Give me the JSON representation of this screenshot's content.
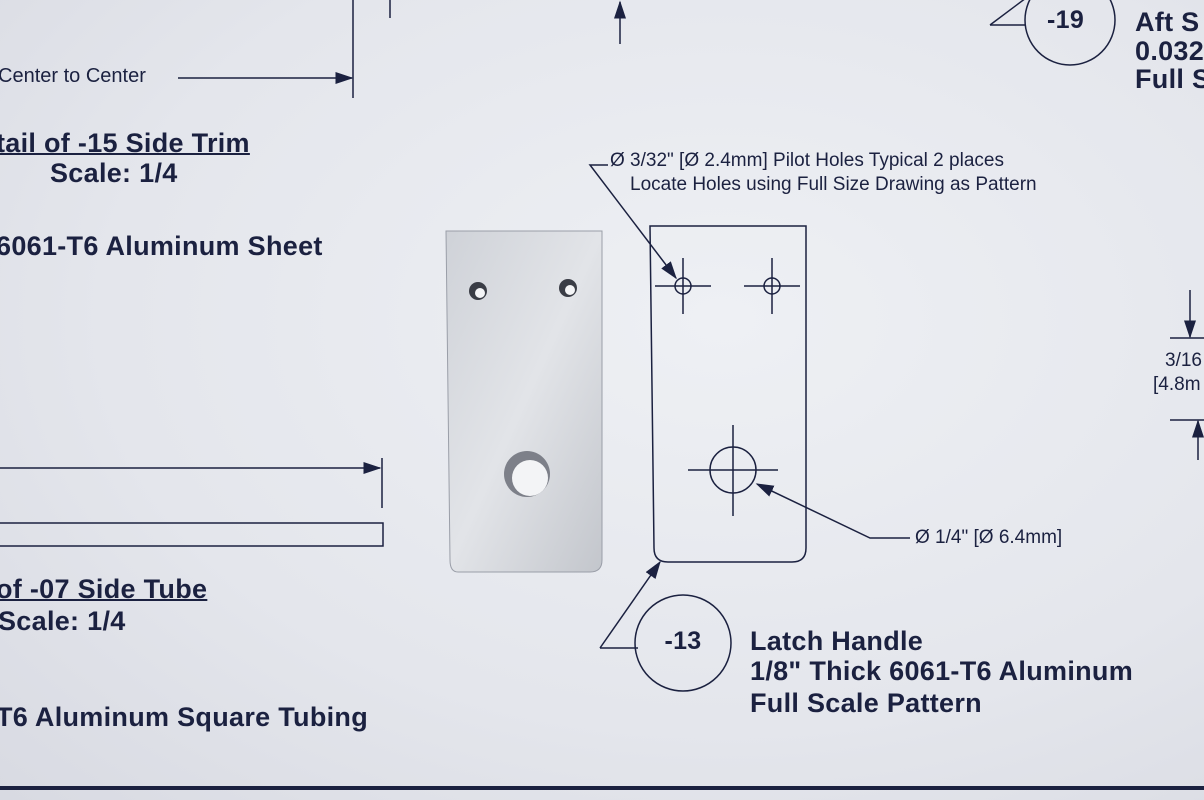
{
  "left": {
    "center_to_center": "Center to Center",
    "detail15_title": "tail of -15 Side Trim",
    "detail15_scale": "Scale: 1/4",
    "detail15_material": "6061-T6 Aluminum Sheet",
    "detail07_title": "of -07 Side Tube",
    "detail07_scale": "Scale: 1/4",
    "detail07_material": "T6 Aluminum Square Tubing"
  },
  "callout_pilot": {
    "line1": "Ø 3/32\"  [Ø 2.4mm]  Pilot Holes Typical 2 places",
    "line2": "Locate Holes using Full Size Drawing as Pattern"
  },
  "callout_hole": "Ø 1/4\"  [Ø 6.4mm]",
  "part13": {
    "number": "-13",
    "name": "Latch Handle",
    "material": "1/8\" Thick 6061-T6 Aluminum",
    "note": "Full Scale Pattern"
  },
  "part19": {
    "number": "-19",
    "line1": "Aft S",
    "line2": "0.032",
    "line3": "Full S"
  },
  "dimension_right": {
    "line1": "3/16",
    "line2": "[4.8m"
  }
}
